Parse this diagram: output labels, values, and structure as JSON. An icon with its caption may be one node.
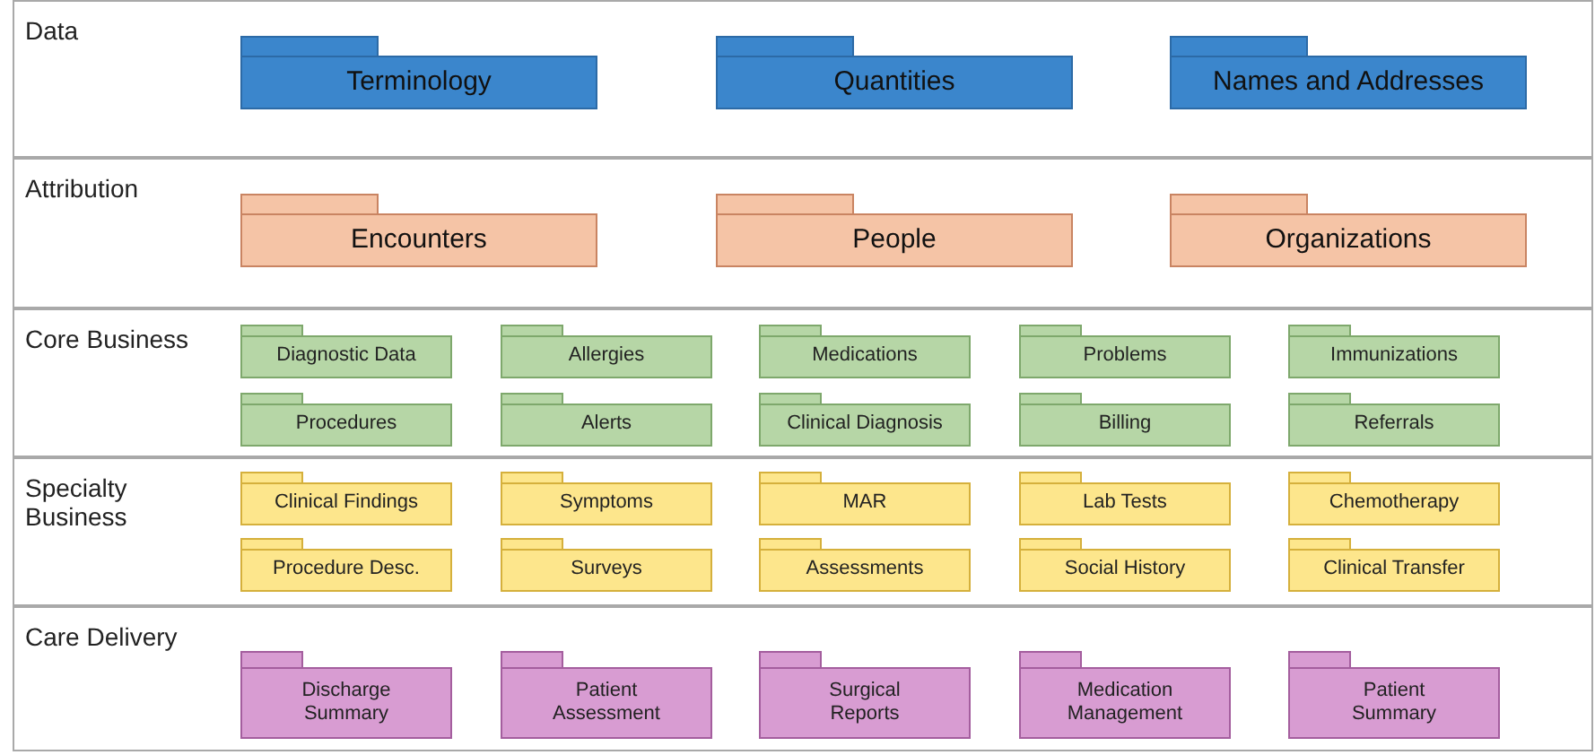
{
  "diagram": {
    "nodes": [
      {
        "text": [
          "Data"
        ]
      },
      {
        "text": [
          "Terminology"
        ],
        "in": 0
      },
      {
        "text": [
          "Quantities"
        ],
        "in": 0
      },
      {
        "text": [
          "Names and Addresses"
        ],
        "in": 0
      },
      {
        "text": [
          "Attribution"
        ]
      },
      {
        "text": [
          "Encounters"
        ],
        "in": 4
      },
      {
        "text": [
          "People"
        ],
        "in": 4
      },
      {
        "text": [
          "Organizations"
        ],
        "in": 4
      },
      {
        "text": [
          "Core Business"
        ]
      },
      {
        "text": [
          "Diagnostic Data"
        ],
        "in": 8
      },
      {
        "text": [
          "Allergies"
        ],
        "in": 8
      },
      {
        "text": [
          "Medications"
        ],
        "in": 8
      },
      {
        "text": [
          "Problems"
        ],
        "in": 8
      },
      {
        "text": [
          "Immunizations"
        ],
        "in": 8
      },
      {
        "text": [
          "Procedures"
        ],
        "in": 8
      },
      {
        "text": [
          "Alerts"
        ],
        "in": 8
      },
      {
        "text": [
          "Clinical Diagnosis"
        ],
        "in": 8
      },
      {
        "text": [
          "Billing"
        ],
        "in": 8
      },
      {
        "text": [
          "Referrals"
        ],
        "in": 8
      },
      {
        "text": [
          "Specialty Business"
        ]
      },
      {
        "text": [
          "Clinical Findings"
        ],
        "in": 19
      },
      {
        "text": [
          "Symptoms"
        ],
        "in": 19
      },
      {
        "text": [
          "MAR"
        ],
        "in": 19
      },
      {
        "text": [
          "Lab Tests"
        ],
        "in": 19
      },
      {
        "text": [
          "Chemotherapy"
        ],
        "in": 19
      },
      {
        "text": [
          "Procedure Desc."
        ],
        "in": 19
      },
      {
        "text": [
          "Surveys"
        ],
        "in": 19
      },
      {
        "text": [
          "Assessments"
        ],
        "in": 19
      },
      {
        "text": [
          "Social History"
        ],
        "in": 19
      },
      {
        "text": [
          "Clinical Transfer"
        ],
        "in": 19
      },
      {
        "text": [
          "Care Delivery"
        ]
      },
      {
        "text": [
          "Discharge Summary"
        ],
        "in": 30
      },
      {
        "text": [
          "Patient Assessment"
        ],
        "in": 30
      },
      {
        "text": [
          "Surgical Reports"
        ],
        "in": 30
      },
      {
        "text": [
          "Medication Management"
        ],
        "in": 30
      },
      {
        "text": [
          "Patient Summary"
        ],
        "in": 30
      }
    ]
  }
}
